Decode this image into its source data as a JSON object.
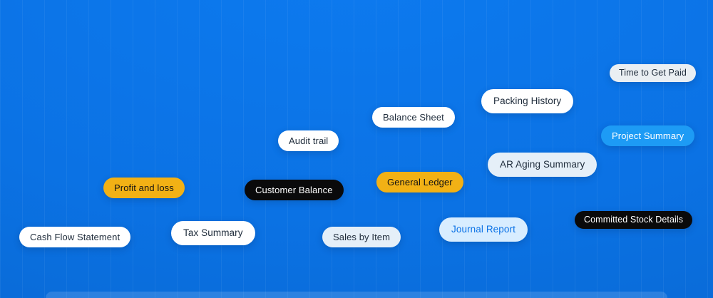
{
  "palette": {
    "background_blue": "#0B72E4",
    "stripe_white": "rgba(255,255,255,0.055)",
    "pill_white": "#FFFFFF",
    "pill_yellow": "#F2B115",
    "pill_black": "#0A0A0B",
    "pill_light_blue": "#E5EFF8",
    "pill_pale_blue": "#D8EDFF",
    "pill_bright_blue": "#1D9BF5",
    "pill_light_gray": "#EAEFF3",
    "text_dark": "#1E2B3A",
    "text_white": "#FFFFFF",
    "text_blue": "#0B72E6"
  },
  "pills": [
    {
      "label": "Cash Flow Statement",
      "variant": "white"
    },
    {
      "label": "Profit and loss",
      "variant": "yellow"
    },
    {
      "label": "Tax Summary",
      "variant": "white"
    },
    {
      "label": "Customer Balance",
      "variant": "black"
    },
    {
      "label": "Audit trail",
      "variant": "white"
    },
    {
      "label": "Sales by Item",
      "variant": "light-blue"
    },
    {
      "label": "General Ledger",
      "variant": "yellow"
    },
    {
      "label": "Balance Sheet",
      "variant": "white"
    },
    {
      "label": "Journal Report",
      "variant": "pale-blue"
    },
    {
      "label": "AR Aging Summary",
      "variant": "light-blue"
    },
    {
      "label": "Packing History",
      "variant": "white"
    },
    {
      "label": "Committed Stock Details",
      "variant": "black"
    },
    {
      "label": "Project Summary",
      "variant": "bright-blue"
    },
    {
      "label": "Time to Get Paid",
      "variant": "light-gray"
    }
  ]
}
